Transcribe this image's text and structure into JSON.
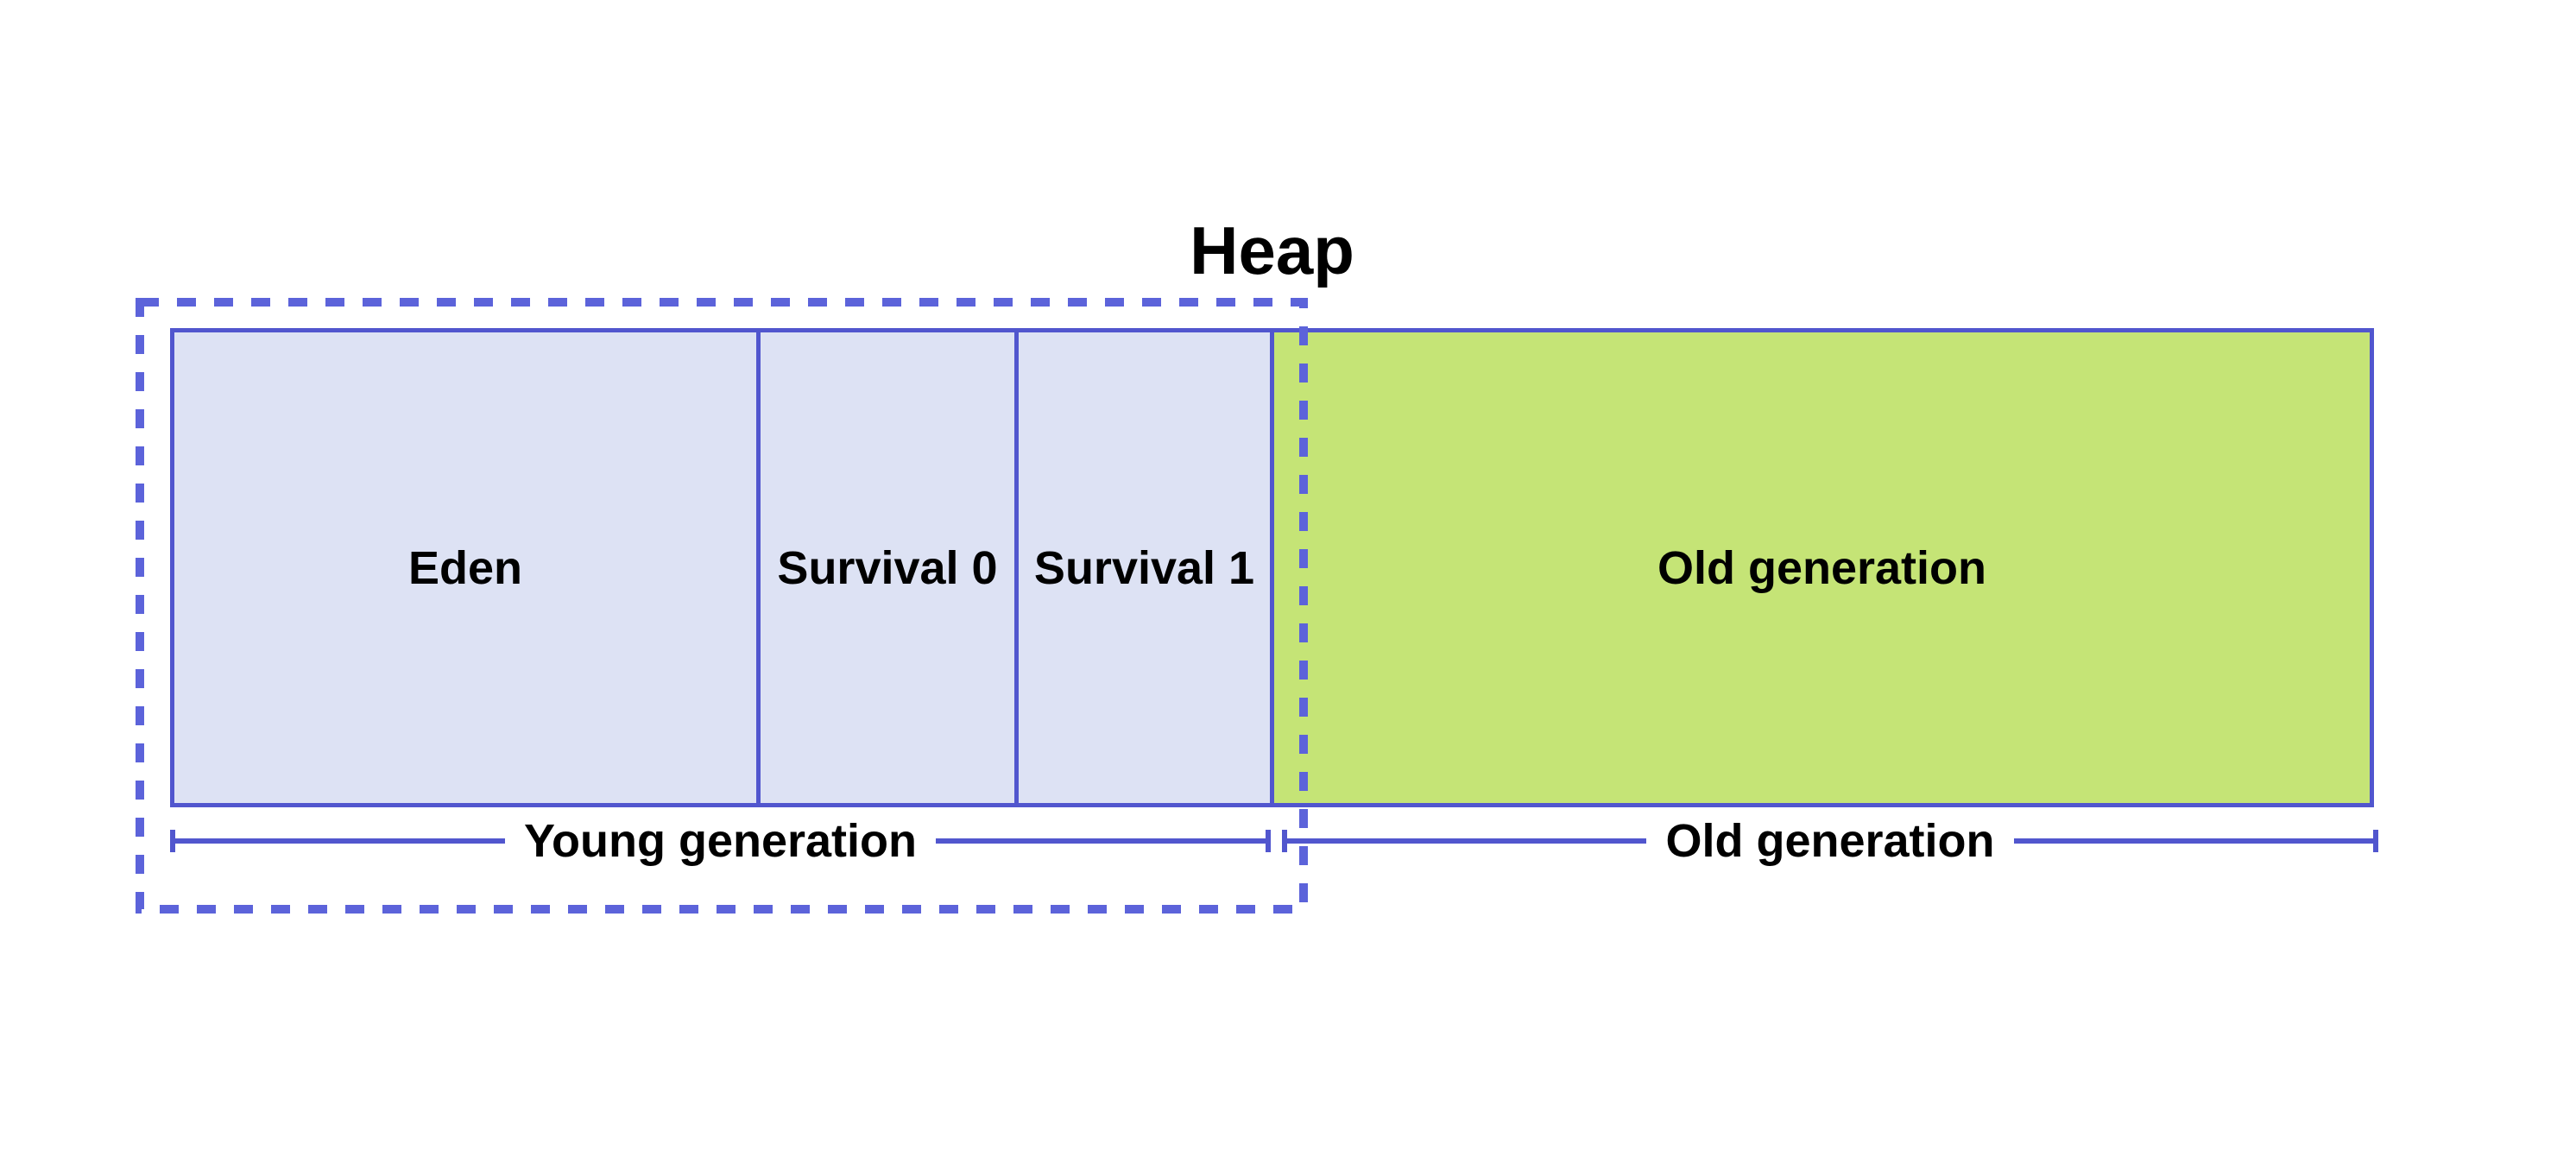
{
  "title": "Heap",
  "heap": {
    "regions": [
      {
        "label": "Eden"
      },
      {
        "label": "Survival 0"
      },
      {
        "label": "Survival 1"
      },
      {
        "label": "Old generation"
      }
    ]
  },
  "measures": {
    "young": {
      "label": "Young generation"
    },
    "old": {
      "label": "Old generation"
    }
  },
  "colors": {
    "accent_border": "#5156ce",
    "dashed_border": "#5c63da",
    "young_fill": "#dde2f4",
    "old_fill": "#c5e476",
    "text": "#000000",
    "background": "#ffffff"
  }
}
